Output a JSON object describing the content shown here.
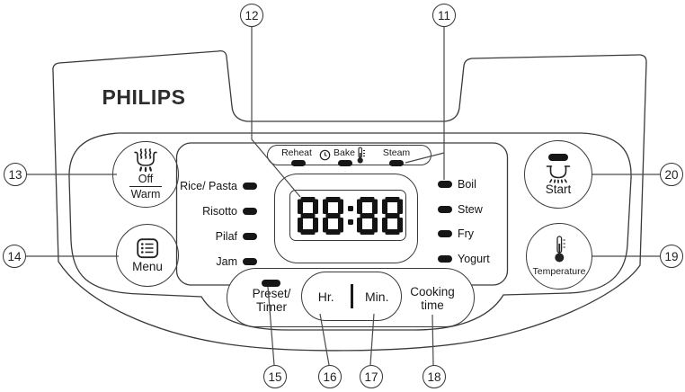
{
  "brand": "PHILIPS",
  "display": {
    "value": "88:88"
  },
  "indicator_strip": {
    "reheat": "Reheat",
    "bake": "Bake",
    "steam": "Steam"
  },
  "modes_left": [
    "Rice/ Pasta",
    "Risotto",
    "Pilaf",
    "Jam"
  ],
  "modes_right": [
    "Boil",
    "Stew",
    "Fry",
    "Yogurt"
  ],
  "buttons": {
    "off": "Off",
    "warm": "Warm",
    "menu": "Menu",
    "start": "Start",
    "temperature": "Temperature",
    "preset_line1": "Preset/",
    "preset_line2": "Timer",
    "hr": "Hr.",
    "min": "Min.",
    "cooking_line1": "Cooking",
    "cooking_line2": "time"
  },
  "callouts": {
    "c11": "11",
    "c12": "12",
    "c13": "13",
    "c14": "14",
    "c15": "15",
    "c16": "16",
    "c17": "17",
    "c18": "18",
    "c19": "19",
    "c20": "20"
  },
  "colors": {
    "line": "#3a3a3a",
    "ink": "#161616"
  }
}
